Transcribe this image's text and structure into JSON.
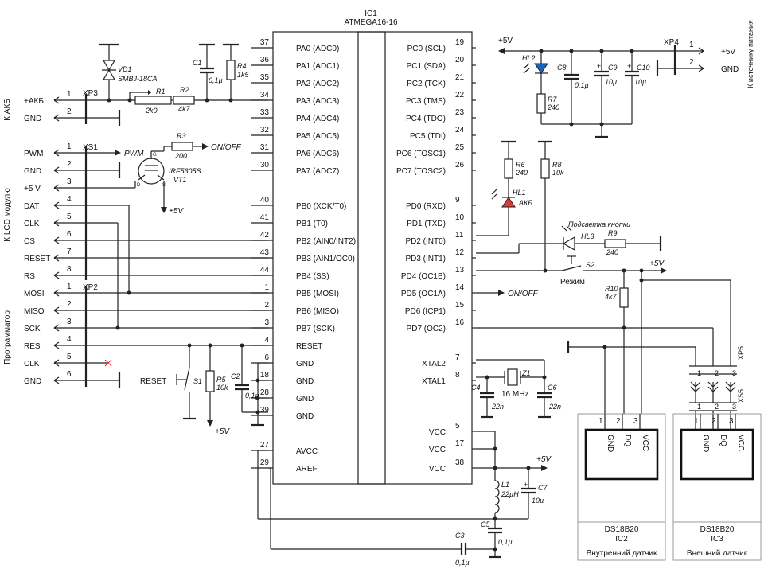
{
  "ic1": {
    "ref": "IC1",
    "part": "ATMEGA16-16",
    "left_pins": [
      {
        "num": "37",
        "label": "PA0 (ADC0)"
      },
      {
        "num": "36",
        "label": "PA1 (ADC1)"
      },
      {
        "num": "35",
        "label": "PA2 (ADC2)"
      },
      {
        "num": "34",
        "label": "PA3 (ADC3)"
      },
      {
        "num": "33",
        "label": "PA4 (ADC4)"
      },
      {
        "num": "32",
        "label": "PA5 (ADC5)"
      },
      {
        "num": "31",
        "label": "PA6 (ADC6)"
      },
      {
        "num": "30",
        "label": "PA7 (ADC7)"
      },
      {
        "num": "40",
        "label": "PB0 (XCK/T0)"
      },
      {
        "num": "41",
        "label": "PB1 (T0)"
      },
      {
        "num": "42",
        "label": "PB2 (AIN0/INT2)"
      },
      {
        "num": "43",
        "label": "PB3 (AIN1/OC0)"
      },
      {
        "num": "44",
        "label": "PB4 (SS)"
      },
      {
        "num": "1",
        "label": "PB5 (MOSI)"
      },
      {
        "num": "2",
        "label": "PB6 (MISO)"
      },
      {
        "num": "3",
        "label": "PB7 (SCK)"
      },
      {
        "num": "4",
        "label": "RESET"
      },
      {
        "num": "6",
        "label": "GND"
      },
      {
        "num": "18",
        "label": "GND"
      },
      {
        "num": "28",
        "label": "GND"
      },
      {
        "num": "39",
        "label": "GND"
      },
      {
        "num": "27",
        "label": "AVCC"
      },
      {
        "num": "29",
        "label": "AREF"
      }
    ],
    "right_pins": [
      {
        "num": "19",
        "label": "PC0 (SCL)"
      },
      {
        "num": "20",
        "label": "PC1 (SDA)"
      },
      {
        "num": "21",
        "label": "PC2 (TCK)"
      },
      {
        "num": "22",
        "label": "PC3 (TMS)"
      },
      {
        "num": "23",
        "label": "PC4 (TDO)"
      },
      {
        "num": "24",
        "label": "PC5 (TDI)"
      },
      {
        "num": "25",
        "label": "PC6 (TOSC1)"
      },
      {
        "num": "26",
        "label": "PC7 (TOSC2)"
      },
      {
        "num": "9",
        "label": "PD0 (RXD)"
      },
      {
        "num": "10",
        "label": "PD1 (TXD)"
      },
      {
        "num": "11",
        "label": "PD2 (INT0)"
      },
      {
        "num": "12",
        "label": "PD3 (INT1)"
      },
      {
        "num": "13",
        "label": "PD4 (OC1B)"
      },
      {
        "num": "14",
        "label": "PD5 (OC1A)"
      },
      {
        "num": "15",
        "label": "PD6 (ICP1)"
      },
      {
        "num": "16",
        "label": "PD7 (OC2)"
      },
      {
        "num": "7",
        "label": "XTAL2"
      },
      {
        "num": "8",
        "label": "XTAL1"
      },
      {
        "num": "5",
        "label": "VCC"
      },
      {
        "num": "17",
        "label": "VCC"
      },
      {
        "num": "38",
        "label": "VCC"
      }
    ]
  },
  "xp3": {
    "ref": "XP3",
    "side_label": "К АКБ",
    "pins": [
      {
        "num": "1",
        "label": "+АКБ"
      },
      {
        "num": "2",
        "label": "GND"
      }
    ]
  },
  "xs1": {
    "ref": "XS1",
    "side_label": "К LCD модулю",
    "pins": [
      {
        "num": "1",
        "label": "PWM"
      },
      {
        "num": "2",
        "label": "GND"
      },
      {
        "num": "3",
        "label": "+5 V"
      },
      {
        "num": "4",
        "label": "DAT"
      },
      {
        "num": "5",
        "label": "CLK"
      },
      {
        "num": "6",
        "label": "CS"
      },
      {
        "num": "7",
        "label": "RESET"
      },
      {
        "num": "8",
        "label": "RS"
      }
    ]
  },
  "xp2": {
    "ref": "XP2",
    "side_label": "Программатор",
    "pins": [
      {
        "num": "1",
        "label": "MOSI"
      },
      {
        "num": "2",
        "label": "MISO"
      },
      {
        "num": "3",
        "label": "SCK"
      },
      {
        "num": "4",
        "label": "RES"
      },
      {
        "num": "5",
        "label": "CLK"
      },
      {
        "num": "6",
        "label": "GND"
      }
    ]
  },
  "xp4": {
    "ref": "XP4",
    "side_label": "К источнику питания",
    "pins": [
      {
        "num": "1",
        "label": "+5V"
      },
      {
        "num": "2",
        "label": "GND"
      }
    ]
  },
  "xp5": {
    "ref": "XP5",
    "pins": [
      "1",
      "2",
      "3"
    ]
  },
  "xs5": {
    "ref": "XS5",
    "pins": [
      "1",
      "2",
      "3"
    ]
  },
  "components": {
    "vd1": {
      "ref": "VD1",
      "value": "SMBJ-18CA"
    },
    "r1": {
      "ref": "R1",
      "value": "2k0"
    },
    "r2": {
      "ref": "R2",
      "value": "4k7"
    },
    "c1": {
      "ref": "C1",
      "value": "0,1µ"
    },
    "r4": {
      "ref": "R4",
      "value": "1k5"
    },
    "r3": {
      "ref": "R3",
      "value": "200"
    },
    "vt1": {
      "ref": "VT1",
      "value": "IRF5305S",
      "pin_g": "G",
      "pin_d": "D",
      "pin_s": "S"
    },
    "hl2": {
      "ref": "HL2"
    },
    "r7": {
      "ref": "R7",
      "value": "240"
    },
    "c8": {
      "ref": "C8",
      "value": "0,1µ"
    },
    "c9": {
      "ref": "C9",
      "value": "10µ"
    },
    "c10": {
      "ref": "C10",
      "value": "10µ"
    },
    "r6": {
      "ref": "R6",
      "value": "240"
    },
    "r8": {
      "ref": "R8",
      "value": "10k"
    },
    "hl1": {
      "ref": "HL1",
      "value": "АКБ"
    },
    "hl3": {
      "ref": "HL3",
      "note": "Подсветка кнопки"
    },
    "r9": {
      "ref": "R9",
      "value": "240"
    },
    "s2": {
      "ref": "S2",
      "value": "Режим"
    },
    "r10": {
      "ref": "R10",
      "value": "4k7"
    },
    "s1": {
      "ref": "S1",
      "value": "RESET"
    },
    "r5": {
      "ref": "R5",
      "value": "10k"
    },
    "c2": {
      "ref": "C2",
      "value": "0,1µ"
    },
    "z1": {
      "ref": "Z1",
      "value": "16 MHz"
    },
    "c4": {
      "ref": "C4",
      "value": "22n"
    },
    "c6": {
      "ref": "C6",
      "value": "22n"
    },
    "l1": {
      "ref": "L1",
      "value": "22µH"
    },
    "c7": {
      "ref": "C7",
      "value": "10µ"
    },
    "c5": {
      "ref": "C5",
      "value": "0,1µ"
    },
    "c3": {
      "ref": "C3",
      "value": "0,1µ"
    }
  },
  "sensors": [
    {
      "part": "DS18B20",
      "ref": "IC2",
      "caption": "Внутренний датчик",
      "pins": [
        {
          "num": "1",
          "label": "GND"
        },
        {
          "num": "2",
          "label": "DQ"
        },
        {
          "num": "3",
          "label": "VCC"
        }
      ]
    },
    {
      "part": "DS18B20",
      "ref": "IC3",
      "caption": "Внешний датчик",
      "pins": [
        {
          "num": "1",
          "label": "GND"
        },
        {
          "num": "2",
          "label": "DQ"
        },
        {
          "num": "3",
          "label": "VCC"
        }
      ]
    }
  ],
  "nets": {
    "plus5v": "+5V",
    "gnd": "GND",
    "pwm": "PWM",
    "onoff": "ON/OFF"
  }
}
